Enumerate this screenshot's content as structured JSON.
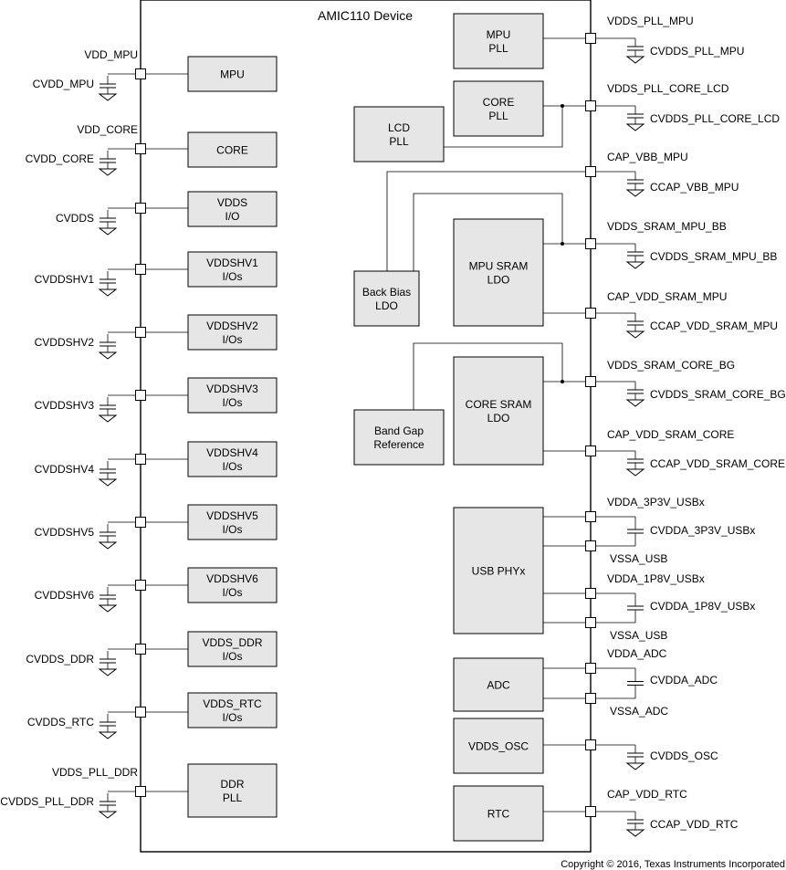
{
  "device_title": "AMIC110 Device",
  "copyright": "Copyright © 2016, Texas Instruments Incorporated",
  "left_rails": [
    {
      "id": "mpu",
      "supply": "VDD_MPU",
      "cap": "CVDD_MPU",
      "block": [
        "MPU"
      ]
    },
    {
      "id": "core",
      "supply": "VDD_CORE",
      "cap": "CVDD_CORE",
      "block": [
        "CORE"
      ]
    },
    {
      "id": "vddsio",
      "supply": "",
      "cap": "CVDDS",
      "block": [
        "VDDS",
        "I/O"
      ]
    },
    {
      "id": "hv1",
      "supply": "",
      "cap": "CVDDSHV1",
      "block": [
        "VDDSHV1",
        "I/Os"
      ]
    },
    {
      "id": "hv2",
      "supply": "",
      "cap": "CVDDSHV2",
      "block": [
        "VDDSHV2",
        "I/Os"
      ]
    },
    {
      "id": "hv3",
      "supply": "",
      "cap": "CVDDSHV3",
      "block": [
        "VDDSHV3",
        "I/Os"
      ]
    },
    {
      "id": "hv4",
      "supply": "",
      "cap": "CVDDSHV4",
      "block": [
        "VDDSHV4",
        "I/Os"
      ]
    },
    {
      "id": "hv5",
      "supply": "",
      "cap": "CVDDSHV5",
      "block": [
        "VDDSHV5",
        "I/Os"
      ]
    },
    {
      "id": "hv6",
      "supply": "",
      "cap": "CVDDSHV6",
      "block": [
        "VDDSHV6",
        "I/Os"
      ]
    },
    {
      "id": "ddr",
      "supply": "",
      "cap": "CVDDS_DDR",
      "block": [
        "VDDS_DDR",
        "I/Os"
      ]
    },
    {
      "id": "rtc",
      "supply": "",
      "cap": "CVDDS_RTC",
      "block": [
        "VDDS_RTC",
        "I/Os"
      ]
    },
    {
      "id": "ddrpll",
      "supply": "VDDS_PLL_DDR",
      "cap": "CVDDS_PLL_DDR",
      "block": [
        "DDR",
        "PLL"
      ]
    }
  ],
  "inner_blocks": {
    "mpu_pll": [
      "MPU",
      "PLL"
    ],
    "core_pll": [
      "CORE",
      "PLL"
    ],
    "lcd_pll": [
      "LCD",
      "PLL"
    ],
    "back_bias": [
      "Back Bias",
      "LDO"
    ],
    "mpu_sram": [
      "MPU SRAM",
      "LDO"
    ],
    "band_gap": [
      "Band Gap",
      "Reference"
    ],
    "core_sram": [
      "CORE SRAM",
      "LDO"
    ],
    "usb_phy": [
      "USB PHYx"
    ],
    "adc": [
      "ADC"
    ],
    "vdds_osc": [
      "VDDS_OSC"
    ],
    "rtc": [
      "RTC"
    ]
  },
  "right_nets": {
    "vdds_pll_mpu": {
      "label": "VDDS_PLL_MPU",
      "cap": "CVDDS_PLL_MPU"
    },
    "vdds_pll_core_lcd": {
      "label": "VDDS_PLL_CORE_LCD",
      "cap": "CVDDS_PLL_CORE_LCD"
    },
    "cap_vbb_mpu": {
      "label": "CAP_VBB_MPU",
      "cap": "CCAP_VBB_MPU"
    },
    "vdds_sram_mpu_bb": {
      "label": "VDDS_SRAM_MPU_BB",
      "cap": "CVDDS_SRAM_MPU_BB"
    },
    "cap_vdd_sram_mpu": {
      "label": "CAP_VDD_SRAM_MPU",
      "cap": "CCAP_VDD_SRAM_MPU"
    },
    "vdds_sram_core_bg": {
      "label": "VDDS_SRAM_CORE_BG",
      "cap": "CVDDS_SRAM_CORE_BG"
    },
    "cap_vdd_sram_core": {
      "label": "CAP_VDD_SRAM_CORE",
      "cap": "CCAP_VDD_SRAM_CORE"
    },
    "usb_3p3": {
      "label": "VDDA_3P3V_USBx",
      "cap": "CVDDA_3P3V_USBx",
      "ground": "VSSA_USB"
    },
    "usb_1p8": {
      "label": "VDDA_1P8V_USBx",
      "cap": "CVDDA_1P8V_USBx",
      "ground": "VSSA_USB"
    },
    "adc": {
      "label": "VDDA_ADC",
      "cap": "CVDDA_ADC",
      "ground": "VSSA_ADC"
    },
    "osc": {
      "label": "",
      "cap": "CVDDS_OSC"
    },
    "cap_vdd_rtc": {
      "label": "CAP_VDD_RTC",
      "cap": "CCAP_VDD_RTC"
    }
  }
}
